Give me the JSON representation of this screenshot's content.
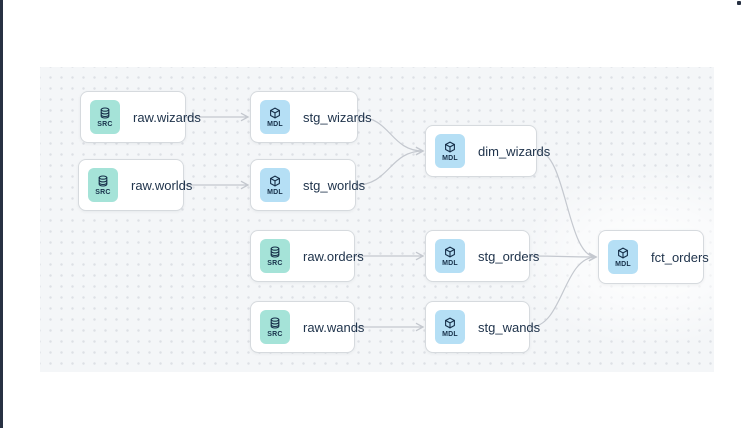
{
  "view": {
    "name": "data-lineage-graph",
    "badge_labels": {
      "source": "SRC",
      "model": "MDL"
    }
  },
  "nodes": [
    {
      "id": "raw_wizards",
      "label": "raw.wizards",
      "badge": "SRC",
      "kind": "source"
    },
    {
      "id": "stg_wizards",
      "label": "stg_wizards",
      "badge": "MDL",
      "kind": "model"
    },
    {
      "id": "raw_worlds",
      "label": "raw.worlds",
      "badge": "SRC",
      "kind": "source"
    },
    {
      "id": "stg_worlds",
      "label": "stg_worlds",
      "badge": "MDL",
      "kind": "model"
    },
    {
      "id": "dim_wizards",
      "label": "dim_wizards",
      "badge": "MDL",
      "kind": "model"
    },
    {
      "id": "raw_orders",
      "label": "raw.orders",
      "badge": "SRC",
      "kind": "source"
    },
    {
      "id": "stg_orders",
      "label": "stg_orders",
      "badge": "MDL",
      "kind": "model"
    },
    {
      "id": "raw_wands",
      "label": "raw.wands",
      "badge": "SRC",
      "kind": "source"
    },
    {
      "id": "stg_wands",
      "label": "stg_wands",
      "badge": "MDL",
      "kind": "model"
    },
    {
      "id": "fct_orders",
      "label": "fct_orders",
      "badge": "MDL",
      "kind": "model",
      "highlighted": true
    }
  ],
  "edges": [
    {
      "from": "raw_wizards",
      "to": "stg_wizards"
    },
    {
      "from": "raw_worlds",
      "to": "stg_worlds"
    },
    {
      "from": "stg_wizards",
      "to": "dim_wizards"
    },
    {
      "from": "stg_worlds",
      "to": "dim_wizards"
    },
    {
      "from": "raw_orders",
      "to": "stg_orders"
    },
    {
      "from": "raw_wands",
      "to": "stg_wands"
    },
    {
      "from": "dim_wizards",
      "to": "fct_orders"
    },
    {
      "from": "stg_orders",
      "to": "fct_orders"
    },
    {
      "from": "stg_wands",
      "to": "fct_orders"
    }
  ],
  "colors": {
    "canvas_bg": "#f4f6f8",
    "dot_grid": "#dde0e5",
    "node_border": "#d6dade",
    "source_badge_bg": "#a5e3d8",
    "model_badge_bg": "#b5dff5",
    "edge_stroke": "#c4c8cf",
    "text": "#20344c",
    "app_edge": "#273142"
  }
}
